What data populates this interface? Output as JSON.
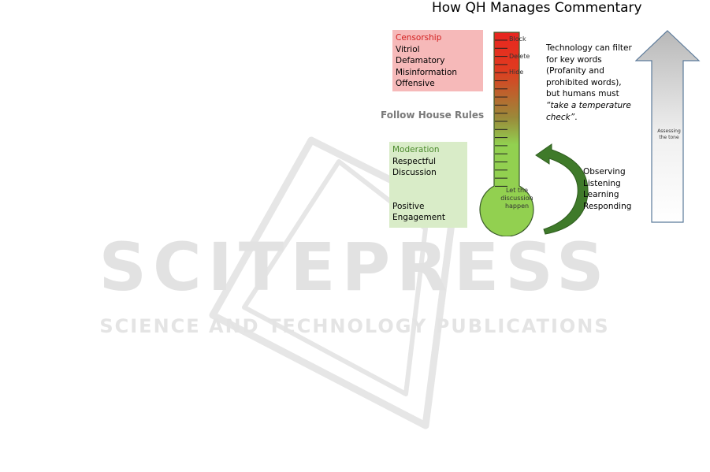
{
  "title": "How QH Manages Commentary",
  "censorship": {
    "heading": "Censorship",
    "items": [
      "Vitriol",
      "Defamatory",
      "Misinformation",
      "Offensive"
    ]
  },
  "house_rules": "Follow House Rules",
  "moderation": {
    "heading": "Moderation",
    "items": [
      "Respectful",
      "Discussion",
      "Positive",
      "Engagement"
    ]
  },
  "thermometer": {
    "levels": [
      "Block",
      "Delete",
      "Hide"
    ],
    "bulb_lines": [
      "Let the",
      "discussion",
      "happen"
    ]
  },
  "technology_note": {
    "lines": [
      "Technology can filter",
      "for key words",
      "(Profanity and",
      "prohibited words),",
      "but humans must"
    ],
    "italic_lines": [
      "“take a temperature",
      "check”"
    ],
    "trailing": "."
  },
  "activities": [
    "Observing",
    "Listening",
    "Learning",
    "Responding"
  ],
  "tone_arrow_lines": [
    "Assessing",
    "the tone"
  ],
  "watermark": {
    "big": "SCITEPRESS",
    "small": "SCIENCE AND TECHNOLOGY PUBLICATIONS"
  },
  "colors": {
    "red": "#e8261f",
    "green": "#92d050",
    "dark_green_arrow": "#3f7a2a",
    "censorship_bg": "#f6b9b9",
    "moderation_bg": "#d9ecc8"
  }
}
